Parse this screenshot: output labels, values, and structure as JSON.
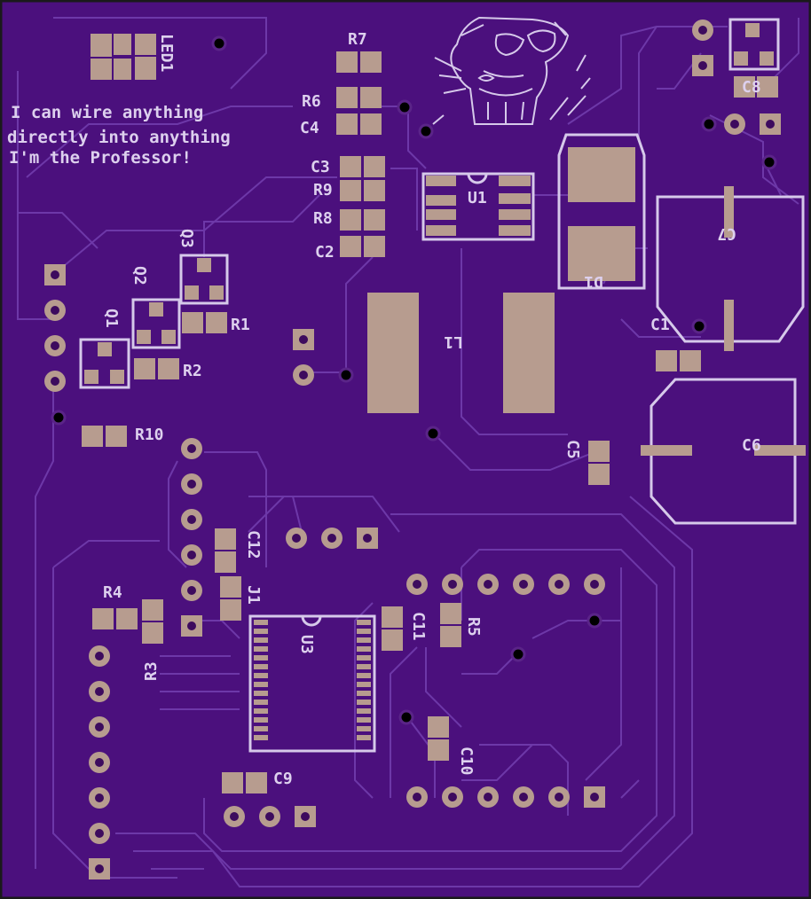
{
  "board": {
    "background": "#4b107d",
    "border_color": "#1a1a1a",
    "copper_color": "#b79c8f",
    "silk_color": "#ddd0ee",
    "trace_color": "#6d38a8"
  },
  "motto": [
    "I can wire anything",
    "directly into anything",
    "I'm the Professor!"
  ],
  "labels": {
    "led1": "LED1",
    "r7": "R7",
    "r6": "R6",
    "c4": "C4",
    "c3": "C3",
    "r9": "R9",
    "r8": "R8",
    "c2": "C2",
    "u1": "U1",
    "d1": "D1",
    "l1": "L1",
    "c7": "C7",
    "c1": "C1",
    "c5": "C5",
    "c6": "C6",
    "c8": "C8",
    "q3": "Q3",
    "q2": "Q2",
    "q1": "Q1",
    "r1": "R1",
    "r2": "R2",
    "r10": "R10",
    "c12": "C12",
    "j1": "J1",
    "r4": "R4",
    "r3": "R3",
    "u3": "U3",
    "c11": "C11",
    "r5": "R5",
    "c10": "C10",
    "c9": "C9"
  },
  "art": {
    "icon": "professor-portrait-icon"
  }
}
